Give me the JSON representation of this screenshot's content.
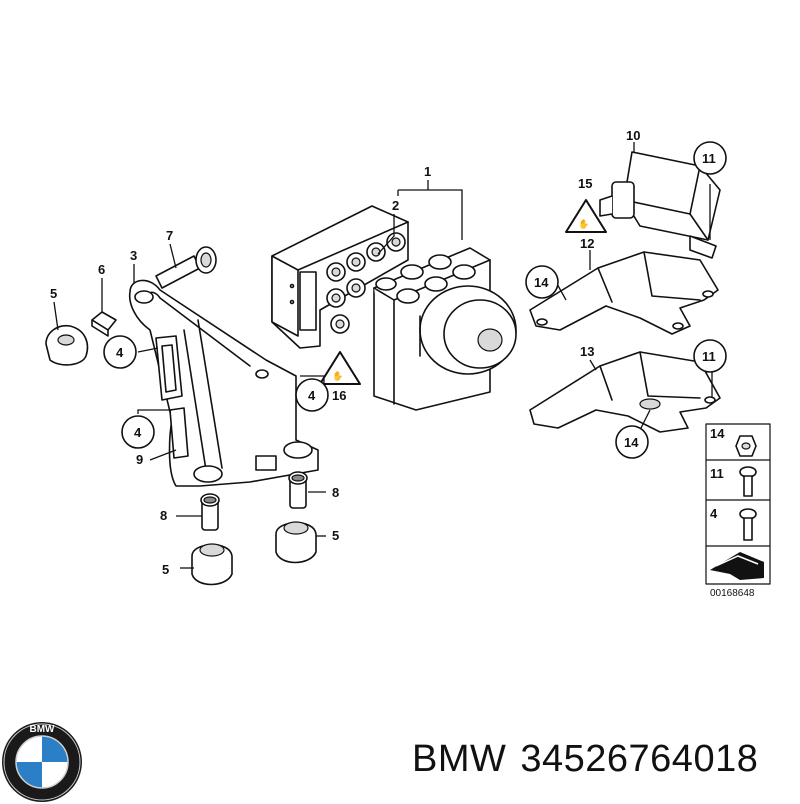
{
  "callouts": {
    "c1": "1",
    "c2": "2",
    "c3": "3",
    "c4a": "4",
    "c4b": "4",
    "c4c": "4",
    "c5a": "5",
    "c5b": "5",
    "c5c": "5",
    "c6": "6",
    "c7": "7",
    "c8a": "8",
    "c8b": "8",
    "c9": "9",
    "c10": "10",
    "c11a": "11",
    "c11b": "11",
    "c12": "12",
    "c13": "13",
    "c14a": "14",
    "c14b": "14",
    "c15": "15",
    "c16": "16"
  },
  "legend": {
    "l14": "14",
    "l11": "11",
    "l4": "4"
  },
  "drawing_number": "00168648",
  "logo_text": "BMW",
  "caption": {
    "brand": "BMW",
    "part_number": "34526764018"
  },
  "colors": {
    "logo_blue": "#2a7fc6",
    "logo_ring": "#1a1a1a"
  }
}
